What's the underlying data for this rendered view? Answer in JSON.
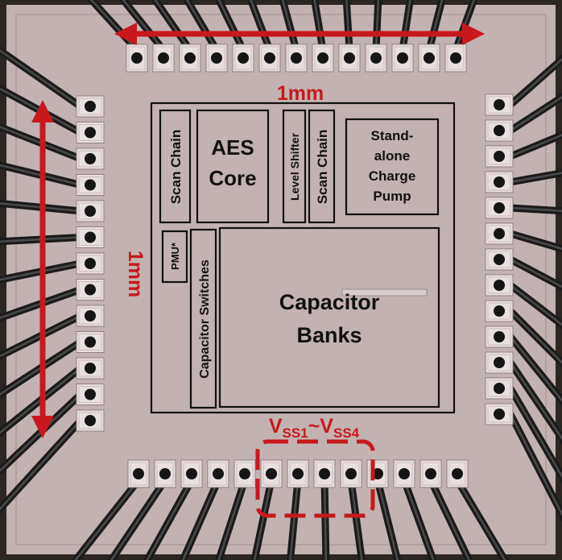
{
  "dimensions": {
    "width_label": "1mm",
    "height_label": "1mm"
  },
  "blocks": {
    "scan_chain_left": "Scan Chain",
    "aes_core": [
      "AES",
      "Core"
    ],
    "level_shifter": "Level Shifter",
    "scan_chain_right": "Scan Chain",
    "charge_pump": [
      "Stand-",
      "alone",
      "Charge",
      "Pump"
    ],
    "pmu": "PMU*",
    "capacitor_switches": "Capacitor Switches",
    "capacitor_banks": [
      "Capacitor",
      "Banks"
    ]
  },
  "vss_label": {
    "v1": "V",
    "sub1": "SS1",
    "tilde": "~",
    "v2": "V",
    "sub2": "SS4"
  },
  "colors": {
    "annotation_red": "#c8181c",
    "die_surface": "#c3b2b2",
    "pad": "#e9dfdf",
    "block_outline": "#111111"
  },
  "icons": [
    "double-arrow-horizontal-icon",
    "double-arrow-vertical-icon"
  ]
}
